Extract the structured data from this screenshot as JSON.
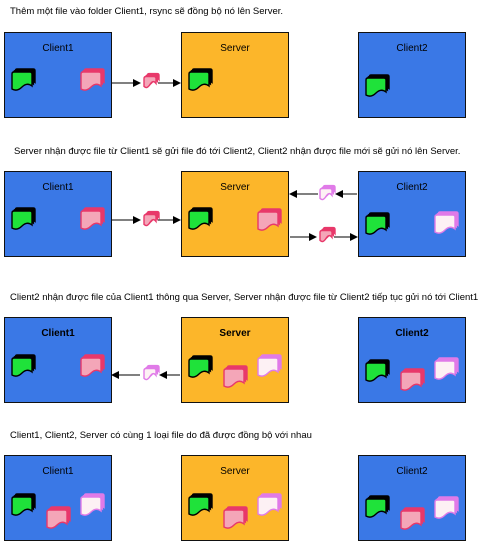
{
  "colors": {
    "client_fill": "#3a78e6",
    "server_fill": "#fcb62a",
    "arrow": "#000000",
    "green_file": "#1fe23a",
    "red_file": "#f4a6b8",
    "red_file_border": "#e8386a",
    "white_file": "#fdf1f4",
    "white_file_border": "#e07be8"
  },
  "icons": {
    "file_green": "green-file-stack-icon",
    "file_red": "red-file-stack-icon",
    "file_white": "white-file-stack-icon"
  },
  "steps": [
    {
      "caption": "Thêm một file vào folder Client1, rsync sẽ đồng bộ nó lên Server.",
      "client1": "Client1",
      "server": "Server",
      "client2": "Client2"
    },
    {
      "caption": "Server nhận được file từ Client1 sẽ gửi file đó tới Client2, Client2 nhận được file mới sẽ gửi nó lên Server.",
      "client1": "Client1",
      "server": "Server",
      "client2": "Client2"
    },
    {
      "caption": "Client2 nhận được file của Client1 thông qua Server, Server nhận được file từ Client2 tiếp tục gửi nó tới Client1",
      "client1": "Client1",
      "server": "Server",
      "client2": "Client2"
    },
    {
      "caption": "Client1, Client2, Server có cùng 1 loại file do đã được đồng bộ với nhau",
      "client1": "Client1",
      "server": "Server",
      "client2": "Client2"
    }
  ]
}
